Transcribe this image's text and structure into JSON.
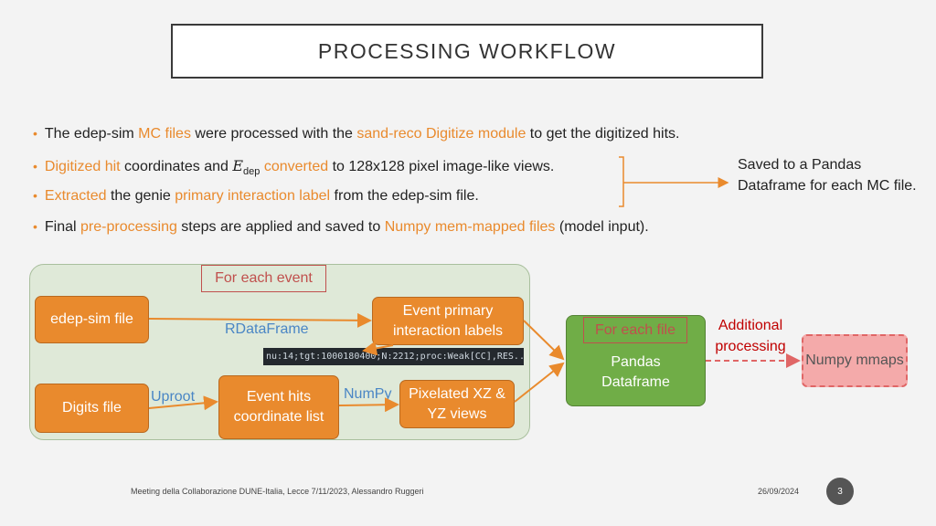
{
  "title": "PROCESSING WORKFLOW",
  "bullets": [
    {
      "parts": [
        {
          "text": "The edep-sim ",
          "hl": false
        },
        {
          "text": "MC files",
          "hl": true
        },
        {
          "text": " were processed with the ",
          "hl": false
        },
        {
          "text": "sand-reco Digitize module",
          "hl": true
        },
        {
          "text": " to get the digitized hits.",
          "hl": false
        }
      ]
    },
    {
      "parts": [
        {
          "text": "Digitized hit",
          "hl": true
        },
        {
          "text": " coordinates and ",
          "hl": false
        },
        {
          "text": "E",
          "hl": false,
          "math": true,
          "sub": "dep"
        },
        {
          "text": " converted",
          "hl": true
        },
        {
          "text": " to 128x128 pixel image-like views.",
          "hl": false
        }
      ]
    },
    {
      "parts": [
        {
          "text": "Extracted",
          "hl": true
        },
        {
          "text": " the genie ",
          "hl": false
        },
        {
          "text": "primary interaction label",
          "hl": true
        },
        {
          "text": " from the edep-sim file.",
          "hl": false
        }
      ]
    },
    {
      "parts": [
        {
          "text": "Final ",
          "hl": false
        },
        {
          "text": "pre-processing",
          "hl": true
        },
        {
          "text": " steps are applied and saved to ",
          "hl": false
        },
        {
          "text": "Numpy mem-mapped files",
          "hl": true
        },
        {
          "text": " (model input).",
          "hl": false
        }
      ]
    }
  ],
  "saved_note": "Saved to a Pandas Dataframe for each MC file.",
  "diagram": {
    "for_each_event": "For each event",
    "edep_sim_file": "edep-sim file",
    "rdataframe": "RDataFrame",
    "event_primary": "Event primary interaction labels",
    "code_strip": "nu:14;tgt:1000180400;N:2212;proc:Weak[CC],RES...",
    "digits_file": "Digits file",
    "uproot": "Uproot",
    "event_hits": "Event hits coordinate list",
    "numpy": "NumPy",
    "pixelated": "Pixelated XZ & YZ views",
    "for_each_file": "For each file",
    "pandas_df": "Pandas Dataframe",
    "additional_processing": "Additional processing",
    "numpy_mmaps": "Numpy mmaps"
  },
  "footer": {
    "meeting": "Meeting della Collaborazione DUNE-Italia, Lecce 7/11/2023, Alessandro Ruggeri",
    "date": "26/09/2024",
    "page": "3"
  },
  "colors": {
    "accent_orange": "#e98a2d",
    "label_blue": "#4a86c5",
    "processing_red": "#c00000",
    "pandas_green": "#70ad47",
    "mmaps_pink": "#f4aaaa"
  }
}
